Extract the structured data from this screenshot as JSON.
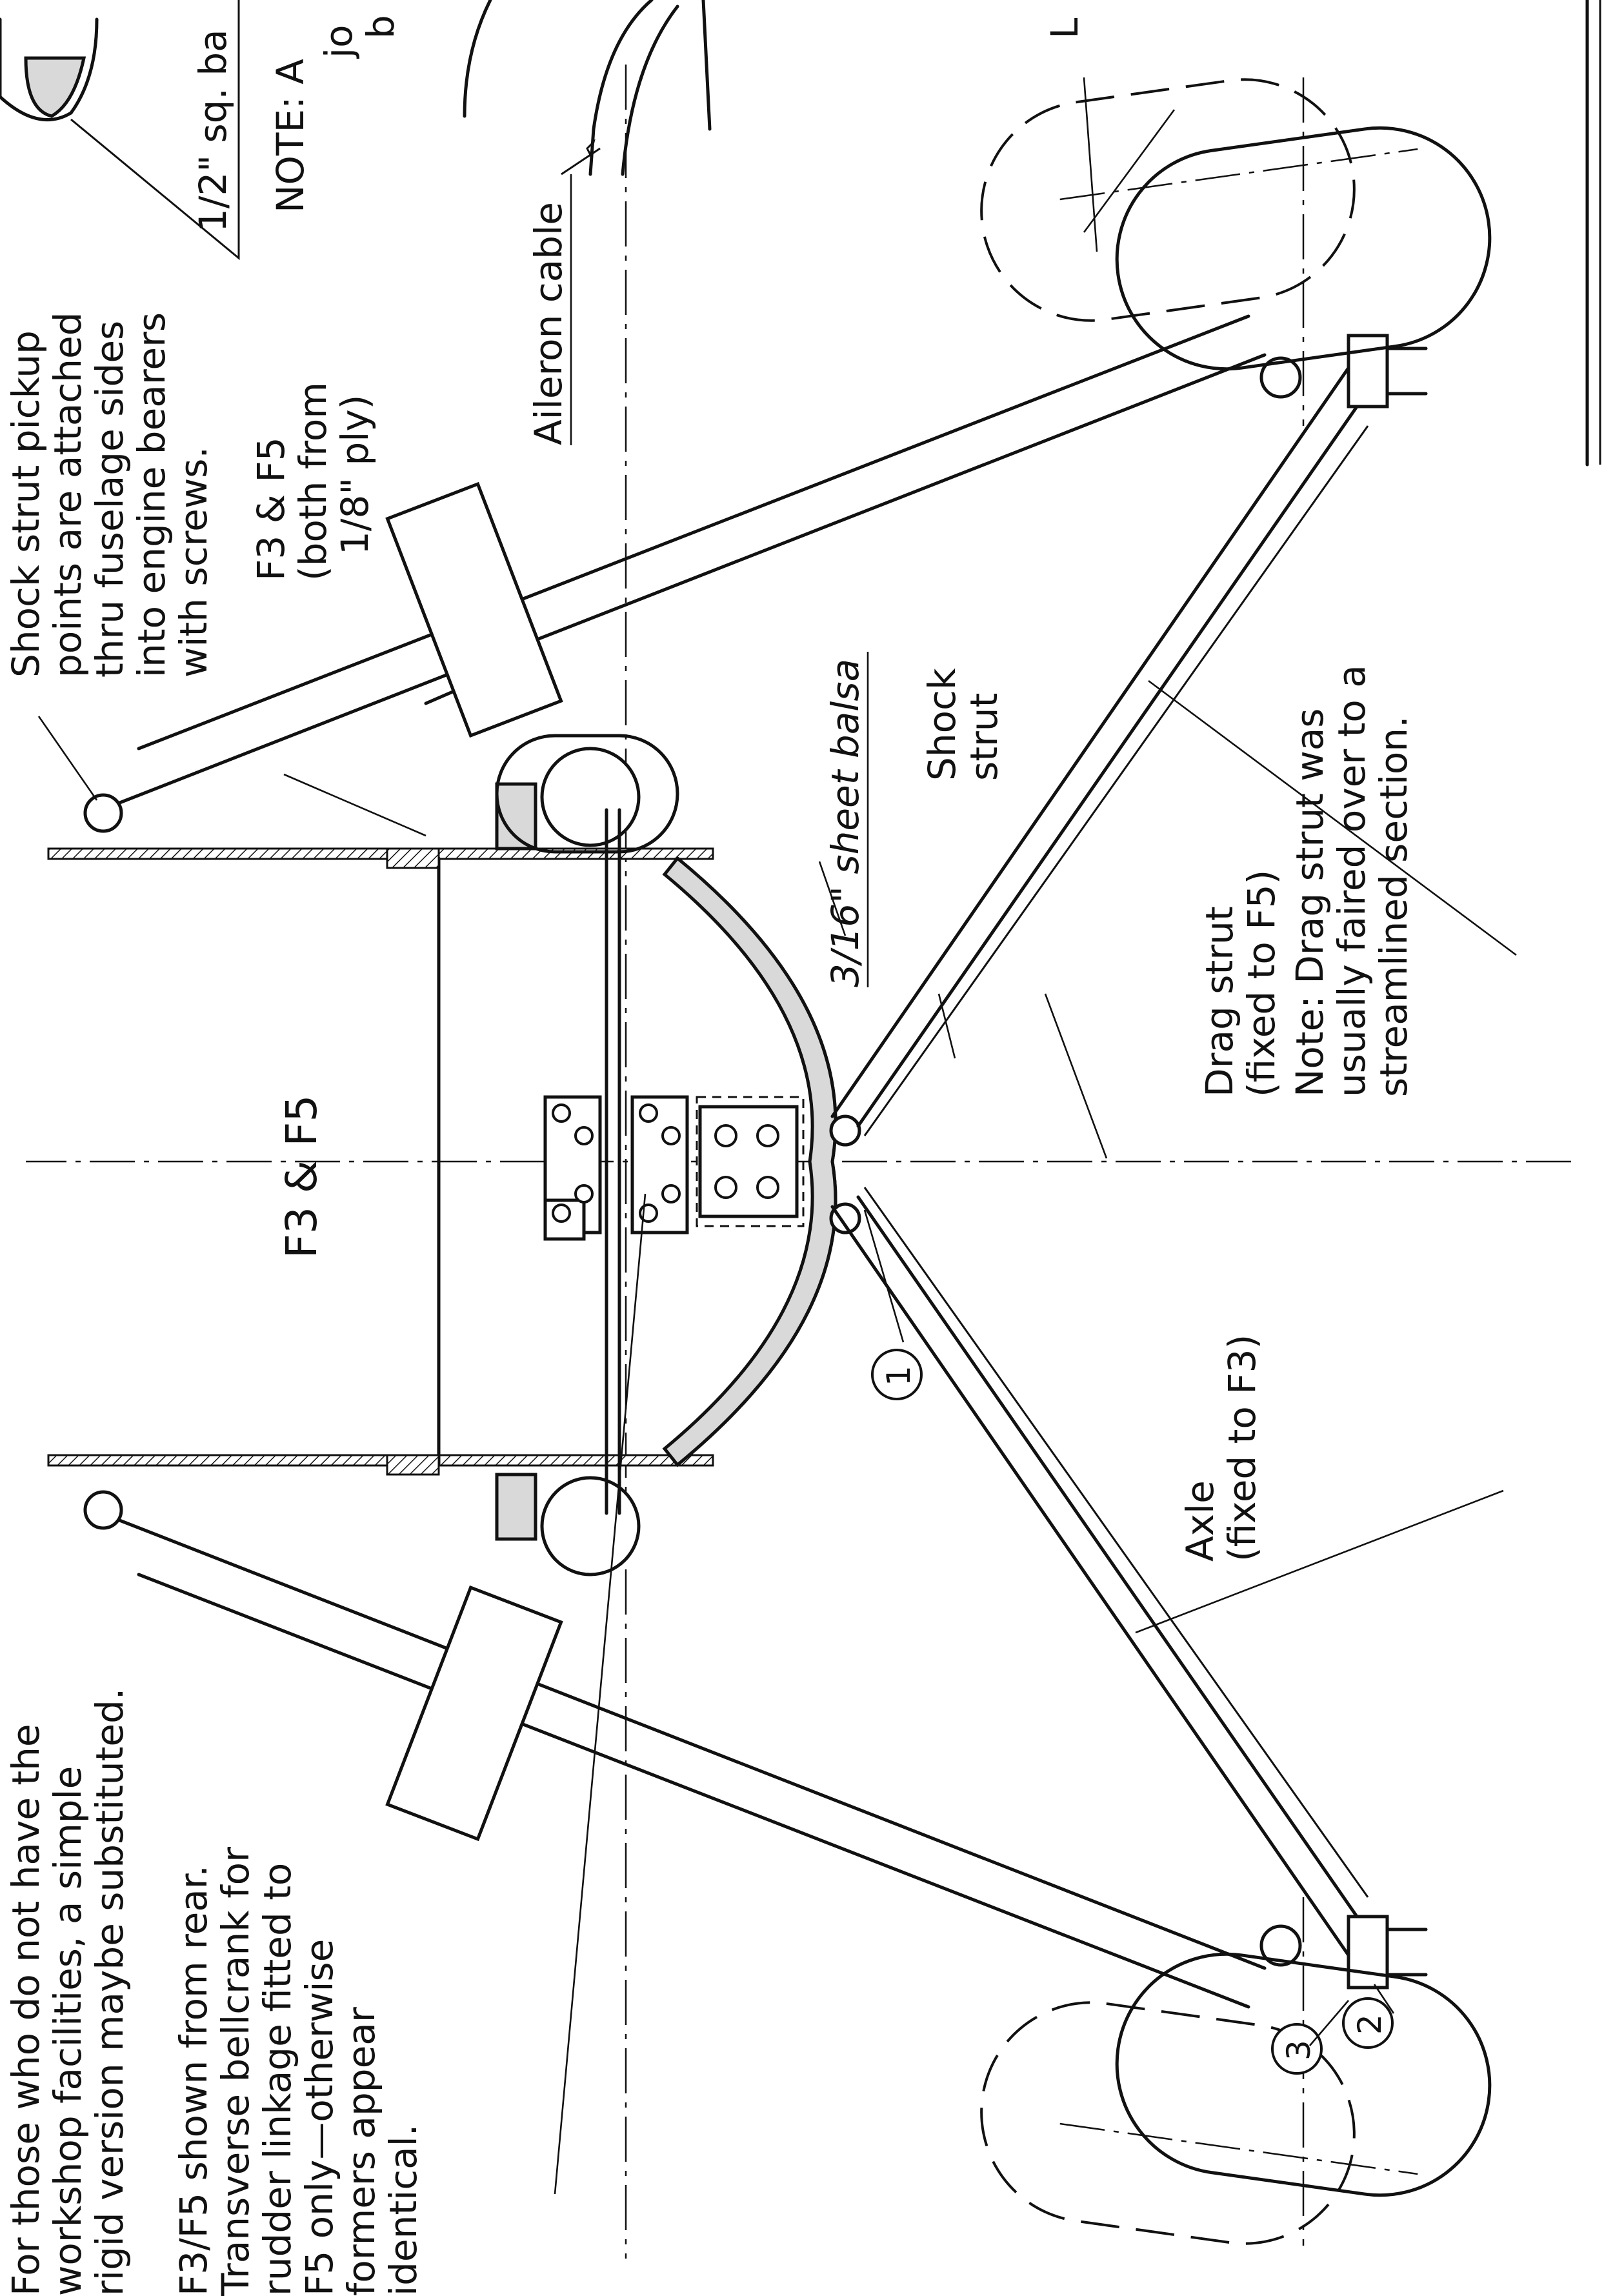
{
  "labels": {
    "sq_balsa": "1/2\" sq. ba",
    "note_a_1": "NOTE: A",
    "note_a_2": "jo",
    "note_a_3": "b",
    "aileron_cable": "Aileron cable",
    "shock_pickup_1": "Shock strut pickup",
    "shock_pickup_2": "points are attached",
    "shock_pickup_3": "thru fuselage sides",
    "shock_pickup_4": "into engine bearers",
    "shock_pickup_5": "with screws.",
    "f3f5_ply_1": "F3 & F5",
    "f3f5_ply_2": "(both from",
    "f3f5_ply_3": "1/8\" ply)",
    "sheet_balsa": "3/16\" sheet balsa",
    "shock_strut_1": "Shock",
    "shock_strut_2": "strut",
    "drag_strut_1": "Drag strut",
    "drag_strut_2": "(fixed to F5)",
    "drag_note_1": "Note: Drag strut was",
    "drag_note_2": "usually faired over to a",
    "drag_note_3": "streamlined section.",
    "f3f5_center": "F3 & F5",
    "axle_1": "Axle",
    "axle_2": "(fixed to F3)",
    "workshop_1": "For those who do not have the",
    "workshop_2": "workshop facilities, a simple",
    "workshop_3": "rigid version maybe substituted.",
    "rear_1": "F3/F5 shown from rear.",
    "rear_2": "Transverse bellcrank for",
    "rear_3": "rudder linkage fitted to",
    "rear_4": "F5 only—otherwise",
    "rear_5": "formers appear",
    "rear_6": "identical.",
    "callout_1": "1",
    "callout_2": "2",
    "callout_3": "3",
    "top_letter": "L"
  }
}
